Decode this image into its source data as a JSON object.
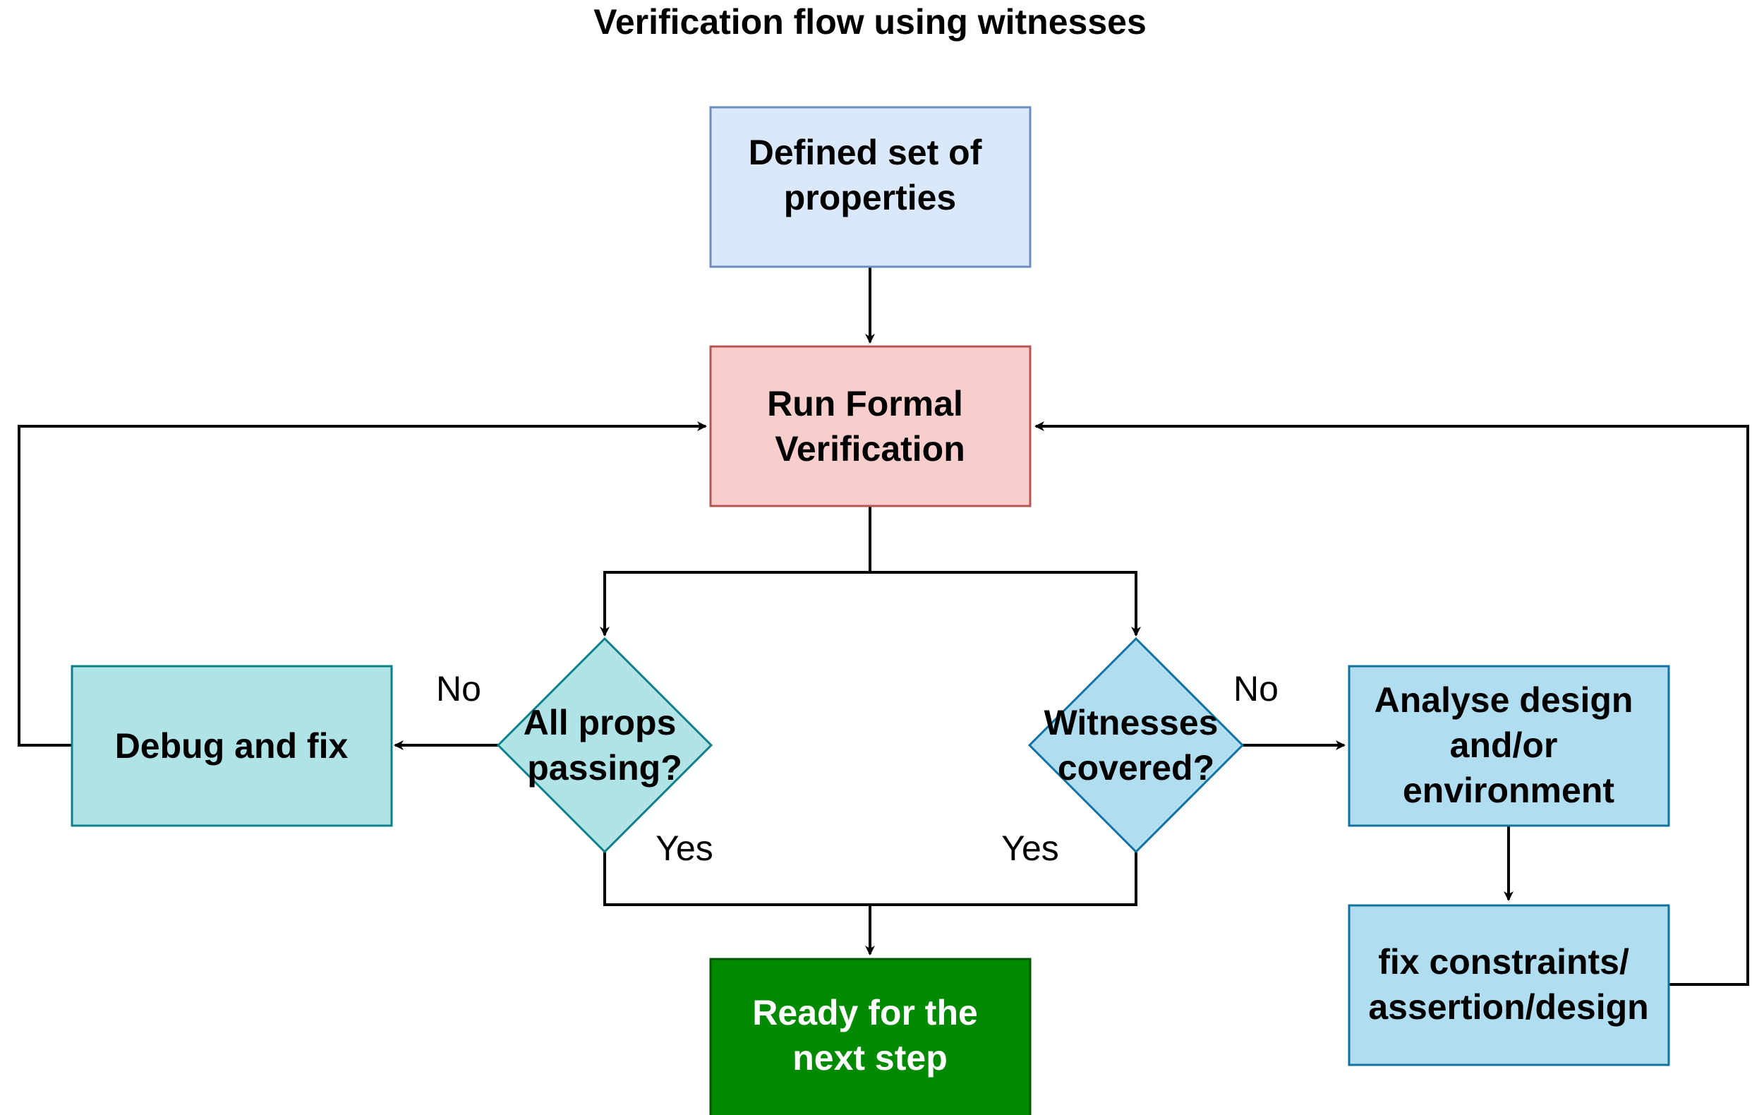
{
  "title": "Verification flow using witnesses",
  "nodes": {
    "defined_props": {
      "lines": [
        "Defined set of",
        "properties"
      ],
      "fill": "#dae8fc",
      "stroke": "#6c8ebf",
      "text_color": "#000000"
    },
    "run_formal": {
      "lines": [
        "Run Formal",
        "Verification"
      ],
      "fill": "#f8cecc",
      "stroke": "#b85450",
      "text_color": "#000000"
    },
    "all_props": {
      "lines": [
        "All props",
        "passing?"
      ],
      "fill": "#b0e3e6",
      "stroke": "#0e8088",
      "text_color": "#000000"
    },
    "witnesses": {
      "lines": [
        "Witnesses",
        "covered?"
      ],
      "fill": "#b1ddf0",
      "stroke": "#10739e",
      "text_color": "#000000"
    },
    "debug_fix": {
      "lines": [
        "Debug and fix"
      ],
      "fill": "#b0e3e6",
      "stroke": "#0e8088",
      "text_color": "#000000"
    },
    "analyse": {
      "lines": [
        "Analyse design",
        "and/or",
        "environment"
      ],
      "fill": "#b1ddf0",
      "stroke": "#10739e",
      "text_color": "#000000"
    },
    "fix_constraints": {
      "lines": [
        "fix constraints/",
        "assertion/design"
      ],
      "fill": "#b1ddf0",
      "stroke": "#10739e",
      "text_color": "#000000"
    },
    "ready": {
      "lines": [
        "Ready for the",
        "next step"
      ],
      "fill": "#008a00",
      "stroke": "#005700",
      "text_color": "#ffffff"
    }
  },
  "edge_labels": {
    "left_no": "No",
    "right_no": "No",
    "left_yes": "Yes",
    "right_yes": "Yes"
  }
}
